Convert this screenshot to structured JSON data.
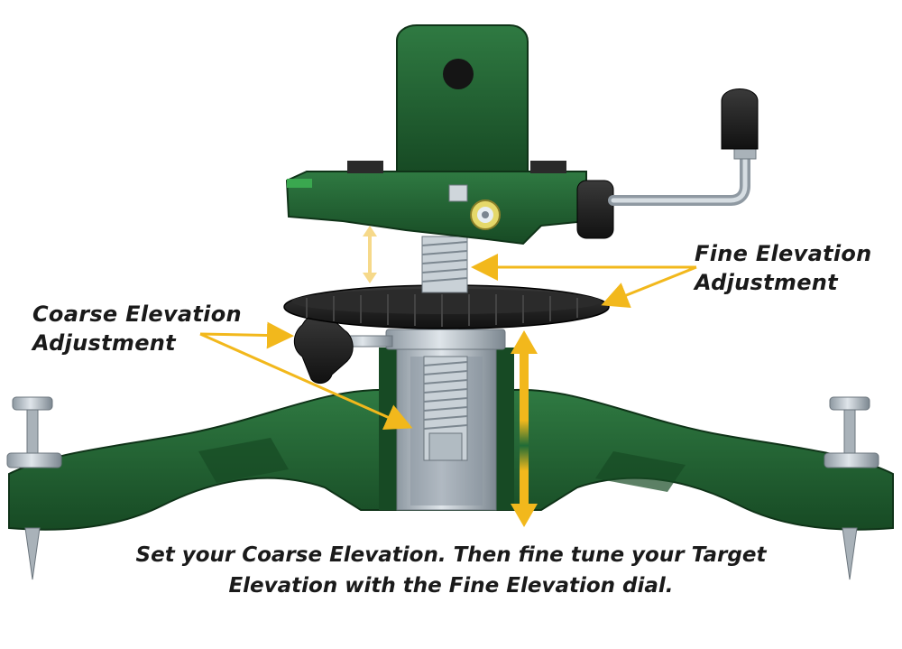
{
  "labels": {
    "coarse_line1": "Coarse Elevation",
    "coarse_line2": "Adjustment",
    "fine_line1": "Fine Elevation",
    "fine_line2": "Adjustment"
  },
  "caption": {
    "line1": "Set your Coarse Elevation. Then fine tune your Target",
    "line2": "Elevation with the Fine Elevation dial."
  },
  "colors": {
    "rest_green": "#1f5a2e",
    "rest_green_dark": "#133d1e",
    "rest_green_light": "#2f7a42",
    "callout_yellow": "#f2b81c",
    "dial_black": "#1c1c1c",
    "steel": "#b9c2c9",
    "steel_dark": "#7f8a93"
  }
}
